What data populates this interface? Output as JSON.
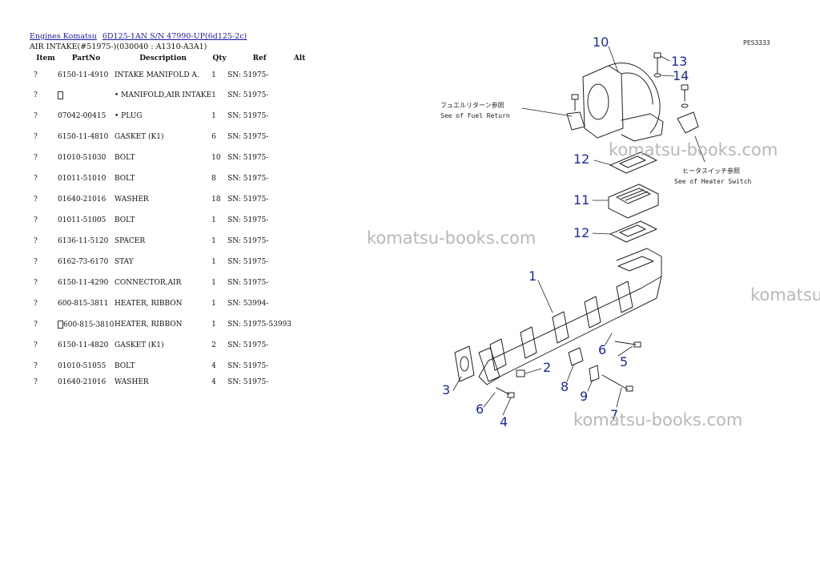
{
  "breadcrumb": [
    {
      "label": "Engines Komatsu"
    },
    {
      "label": "6D125-1AN S/N 47990-UP(6d125-2c)"
    }
  ],
  "subtitle": "AIR INTAKE(#51975-)(030040 : A1310-A3A1)",
  "table": {
    "headers": [
      "Item",
      "PartNo",
      "Description",
      "Qty",
      "Ref",
      "Alt"
    ],
    "rows": [
      {
        "item": "?",
        "part": "6150-11-4910",
        "desc": "INTAKE MANIFOLD A.",
        "qty": "1",
        "ref": "SN: 51975-"
      },
      {
        "item": "?",
        "part": "",
        "desc": "• MANIFOLD,AIR INTAKE",
        "qty": "1",
        "ref": "SN: 51975-"
      },
      {
        "item": "?",
        "part": "07042-00415",
        "desc": "• PLUG",
        "qty": "1",
        "ref": "SN: 51975-"
      },
      {
        "item": "?",
        "part": "6150-11-4810",
        "desc": "GASKET (K1)",
        "qty": "6",
        "ref": "SN: 51975-"
      },
      {
        "item": "?",
        "part": "01010-51030",
        "desc": "BOLT",
        "qty": "10",
        "ref": "SN: 51975-"
      },
      {
        "item": "?",
        "part": "01011-51010",
        "desc": "BOLT",
        "qty": "8",
        "ref": "SN: 51975-"
      },
      {
        "item": "?",
        "part": "01640-21016",
        "desc": "WASHER",
        "qty": "18",
        "ref": "SN: 51975-"
      },
      {
        "item": "?",
        "part": "01011-51005",
        "desc": "BOLT",
        "qty": "1",
        "ref": "SN: 51975-"
      },
      {
        "item": "?",
        "part": "6136-11-5120",
        "desc": "SPACER",
        "qty": "1",
        "ref": "SN: 51975-"
      },
      {
        "item": "?",
        "part": "6162-73-6170",
        "desc": "STAY",
        "qty": "1",
        "ref": "SN: 51975-"
      },
      {
        "item": "?",
        "part": "6150-11-4290",
        "desc": "CONNECTOR,AIR",
        "qty": "1",
        "ref": "SN: 51975-"
      },
      {
        "item": "?",
        "part": "600-815-3811",
        "desc": "HEATER, RIBBON",
        "qty": "1",
        "ref": "SN: 53994-"
      },
      {
        "item": "?",
        "part": "600-815-3810",
        "desc": "HEATER, RIBBON",
        "qty": "1",
        "ref": "SN: 51975-53993"
      },
      {
        "item": "?",
        "part": "6150-11-4820",
        "desc": "GASKET (K1)",
        "qty": "2",
        "ref": "SN: 51975-"
      },
      {
        "item": "?",
        "part": "01010-51055",
        "desc": "BOLT",
        "qty": "4",
        "ref": "SN: 51975-"
      },
      {
        "item": "?",
        "part": "01640-21016",
        "desc": "WASHER",
        "qty": "4",
        "ref": "SN: 51975-"
      }
    ]
  },
  "diagram": {
    "code": "PES3333",
    "callouts": [
      "10",
      "13",
      "14",
      "12",
      "11",
      "12",
      "1",
      "2",
      "3",
      "4",
      "5",
      "6",
      "6",
      "7",
      "8",
      "9"
    ],
    "note_fuel_jp": "フュエルリターン参照",
    "note_fuel_en": "See of Fuel Return",
    "note_heater_jp": "ヒータスイッチ参照",
    "note_heater_en": "See of Heater Switch"
  },
  "watermark": "komatsu-books.com"
}
